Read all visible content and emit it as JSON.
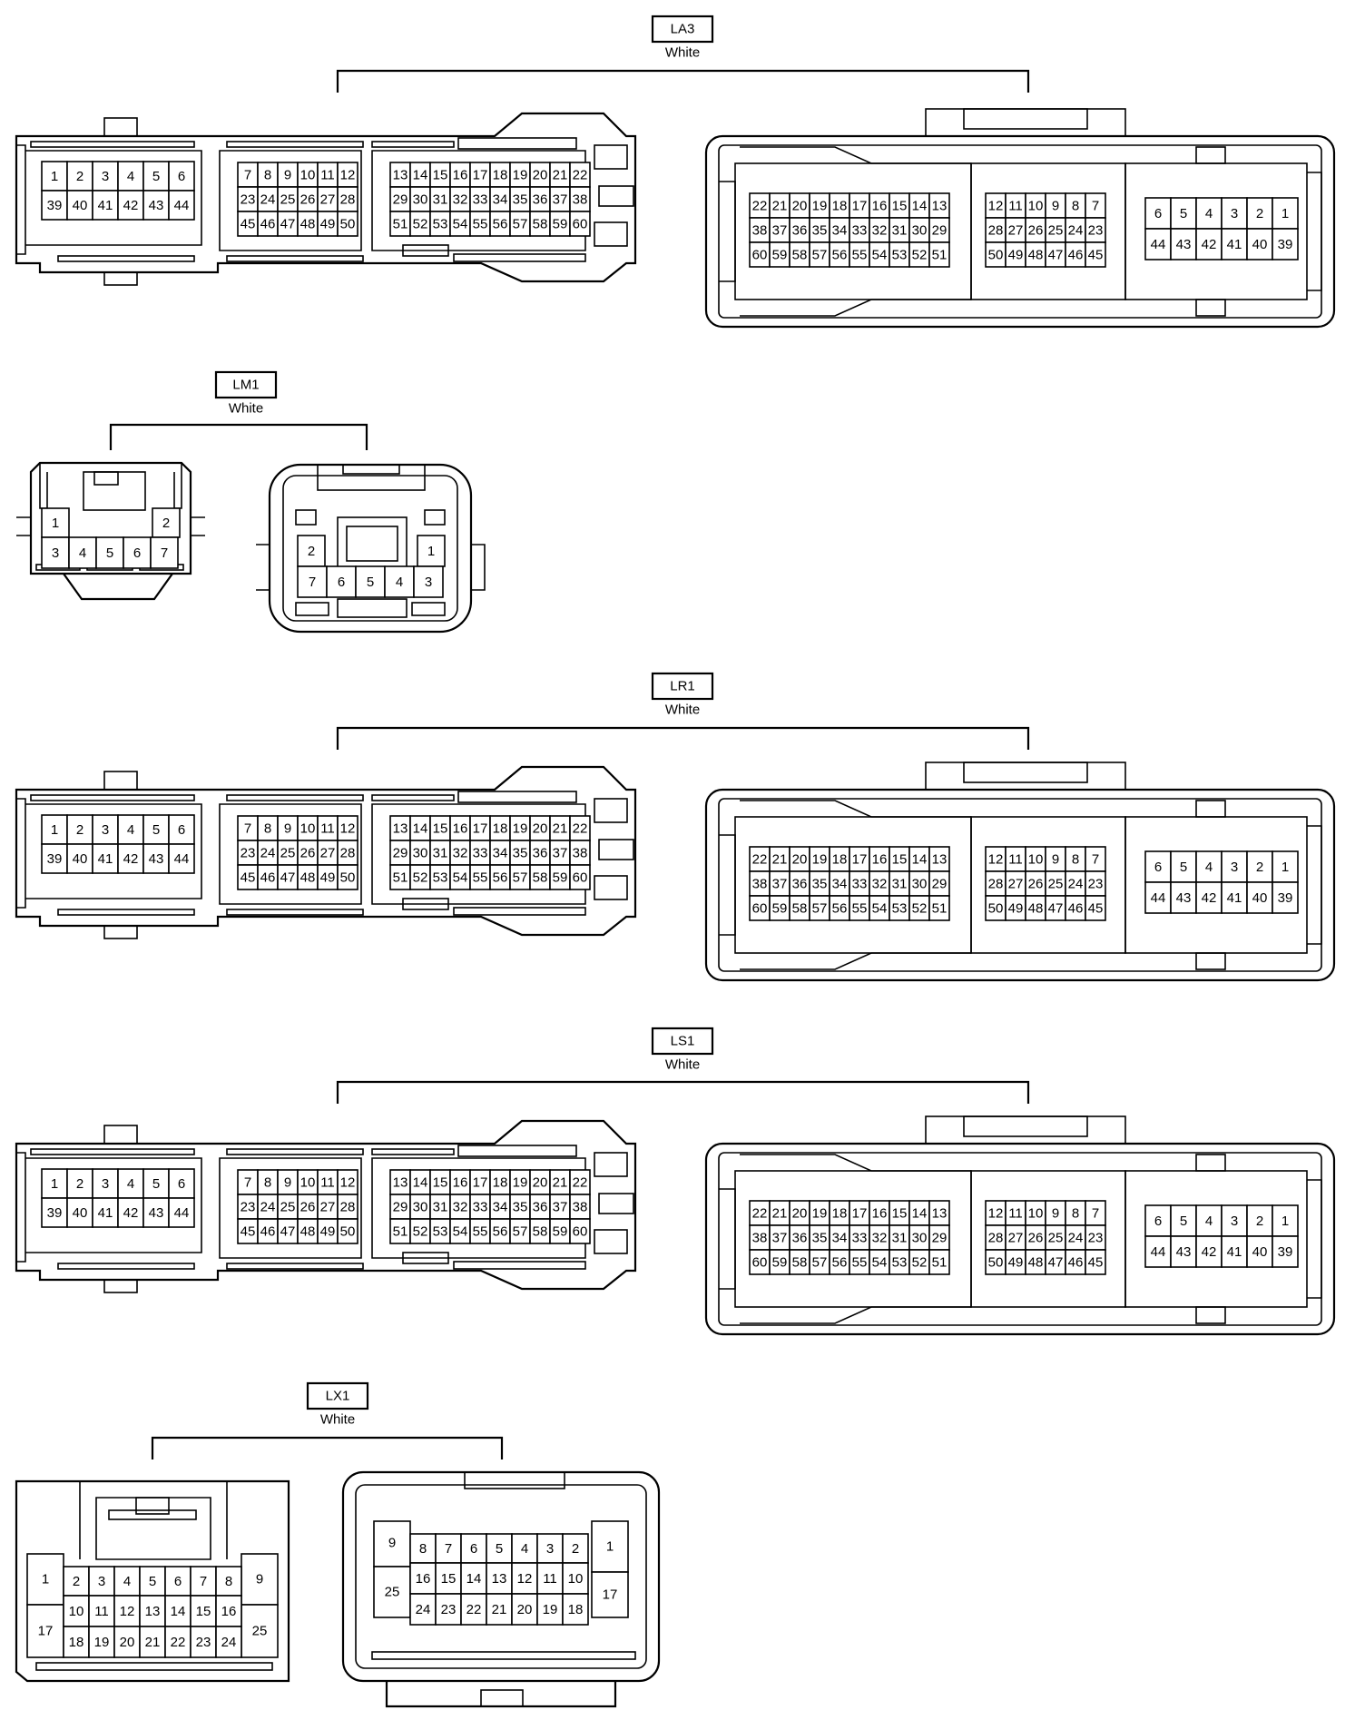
{
  "connectors": [
    {
      "id": "LA3",
      "color": "White",
      "type": "ecu60",
      "male_rows": [
        [
          1,
          2,
          3,
          4,
          5,
          6,
          7,
          8,
          9,
          10,
          11,
          12,
          13,
          14,
          15,
          16,
          17,
          18,
          19,
          20,
          21,
          22
        ],
        [
          39,
          40,
          41,
          42,
          43,
          44,
          23,
          24,
          25,
          26,
          27,
          28,
          29,
          30,
          31,
          32,
          33,
          34,
          35,
          36,
          37,
          38
        ],
        [
          45,
          46,
          47,
          48,
          49,
          50,
          51,
          52,
          53,
          54,
          55,
          56,
          57,
          58,
          59,
          60
        ]
      ],
      "female_rows": [
        [
          22,
          21,
          20,
          19,
          18,
          17,
          16,
          15,
          14,
          13,
          12,
          11,
          10,
          9,
          8,
          7,
          6,
          5,
          4,
          3,
          2,
          1
        ],
        [
          38,
          37,
          36,
          35,
          34,
          33,
          32,
          31,
          30,
          29,
          28,
          27,
          26,
          25,
          24,
          23,
          44,
          43,
          42,
          41,
          40,
          39
        ],
        [
          60,
          59,
          58,
          57,
          56,
          55,
          54,
          53,
          52,
          51,
          50,
          49,
          48,
          47,
          46,
          45
        ]
      ]
    },
    {
      "id": "LM1",
      "color": "White",
      "type": "small7",
      "male_rows": [
        [
          1,
          2
        ],
        [
          3,
          4,
          5,
          6,
          7
        ]
      ],
      "female_rows": [
        [
          2,
          1
        ],
        [
          7,
          6,
          5,
          4,
          3
        ]
      ]
    },
    {
      "id": "LR1",
      "color": "White",
      "type": "ecu60",
      "male_rows": [
        [
          1,
          2,
          3,
          4,
          5,
          6,
          7,
          8,
          9,
          10,
          11,
          12,
          13,
          14,
          15,
          16,
          17,
          18,
          19,
          20,
          21,
          22
        ],
        [
          39,
          40,
          41,
          42,
          43,
          44,
          23,
          24,
          25,
          26,
          27,
          28,
          29,
          30,
          31,
          32,
          33,
          34,
          35,
          36,
          37,
          38
        ],
        [
          45,
          46,
          47,
          48,
          49,
          50,
          51,
          52,
          53,
          54,
          55,
          56,
          57,
          58,
          59,
          60
        ]
      ],
      "female_rows": [
        [
          22,
          21,
          20,
          19,
          18,
          17,
          16,
          15,
          14,
          13,
          12,
          11,
          10,
          9,
          8,
          7,
          6,
          5,
          4,
          3,
          2,
          1
        ],
        [
          38,
          37,
          36,
          35,
          34,
          33,
          32,
          31,
          30,
          29,
          28,
          27,
          26,
          25,
          24,
          23,
          44,
          43,
          42,
          41,
          40,
          39
        ],
        [
          60,
          59,
          58,
          57,
          56,
          55,
          54,
          53,
          52,
          51,
          50,
          49,
          48,
          47,
          46,
          45
        ]
      ]
    },
    {
      "id": "LS1",
      "color": "White",
      "type": "ecu60",
      "male_rows": [
        [
          1,
          2,
          3,
          4,
          5,
          6,
          7,
          8,
          9,
          10,
          11,
          12,
          13,
          14,
          15,
          16,
          17,
          18,
          19,
          20,
          21,
          22
        ],
        [
          39,
          40,
          41,
          42,
          43,
          44,
          23,
          24,
          25,
          26,
          27,
          28,
          29,
          30,
          31,
          32,
          33,
          34,
          35,
          36,
          37,
          38
        ],
        [
          45,
          46,
          47,
          48,
          49,
          50,
          51,
          52,
          53,
          54,
          55,
          56,
          57,
          58,
          59,
          60
        ]
      ],
      "female_rows": [
        [
          22,
          21,
          20,
          19,
          18,
          17,
          16,
          15,
          14,
          13,
          12,
          11,
          10,
          9,
          8,
          7,
          6,
          5,
          4,
          3,
          2,
          1
        ],
        [
          38,
          37,
          36,
          35,
          34,
          33,
          32,
          31,
          30,
          29,
          28,
          27,
          26,
          25,
          24,
          23,
          44,
          43,
          42,
          41,
          40,
          39
        ],
        [
          60,
          59,
          58,
          57,
          56,
          55,
          54,
          53,
          52,
          51,
          50,
          49,
          48,
          47,
          46,
          45
        ]
      ]
    },
    {
      "id": "LX1",
      "color": "White",
      "type": "conn25",
      "male_rows": [
        [
          1,
          2,
          3,
          4,
          5,
          6,
          7,
          8,
          9
        ],
        [
          17,
          10,
          11,
          12,
          13,
          14,
          15,
          16,
          25
        ],
        [
          18,
          19,
          20,
          21,
          22,
          23,
          24
        ]
      ],
      "female_rows": [
        [
          9,
          8,
          7,
          6,
          5,
          4,
          3,
          2,
          1
        ],
        [
          25,
          16,
          15,
          14,
          13,
          12,
          11,
          10,
          17
        ],
        [
          24,
          23,
          22,
          21,
          20,
          19,
          18
        ]
      ]
    }
  ]
}
